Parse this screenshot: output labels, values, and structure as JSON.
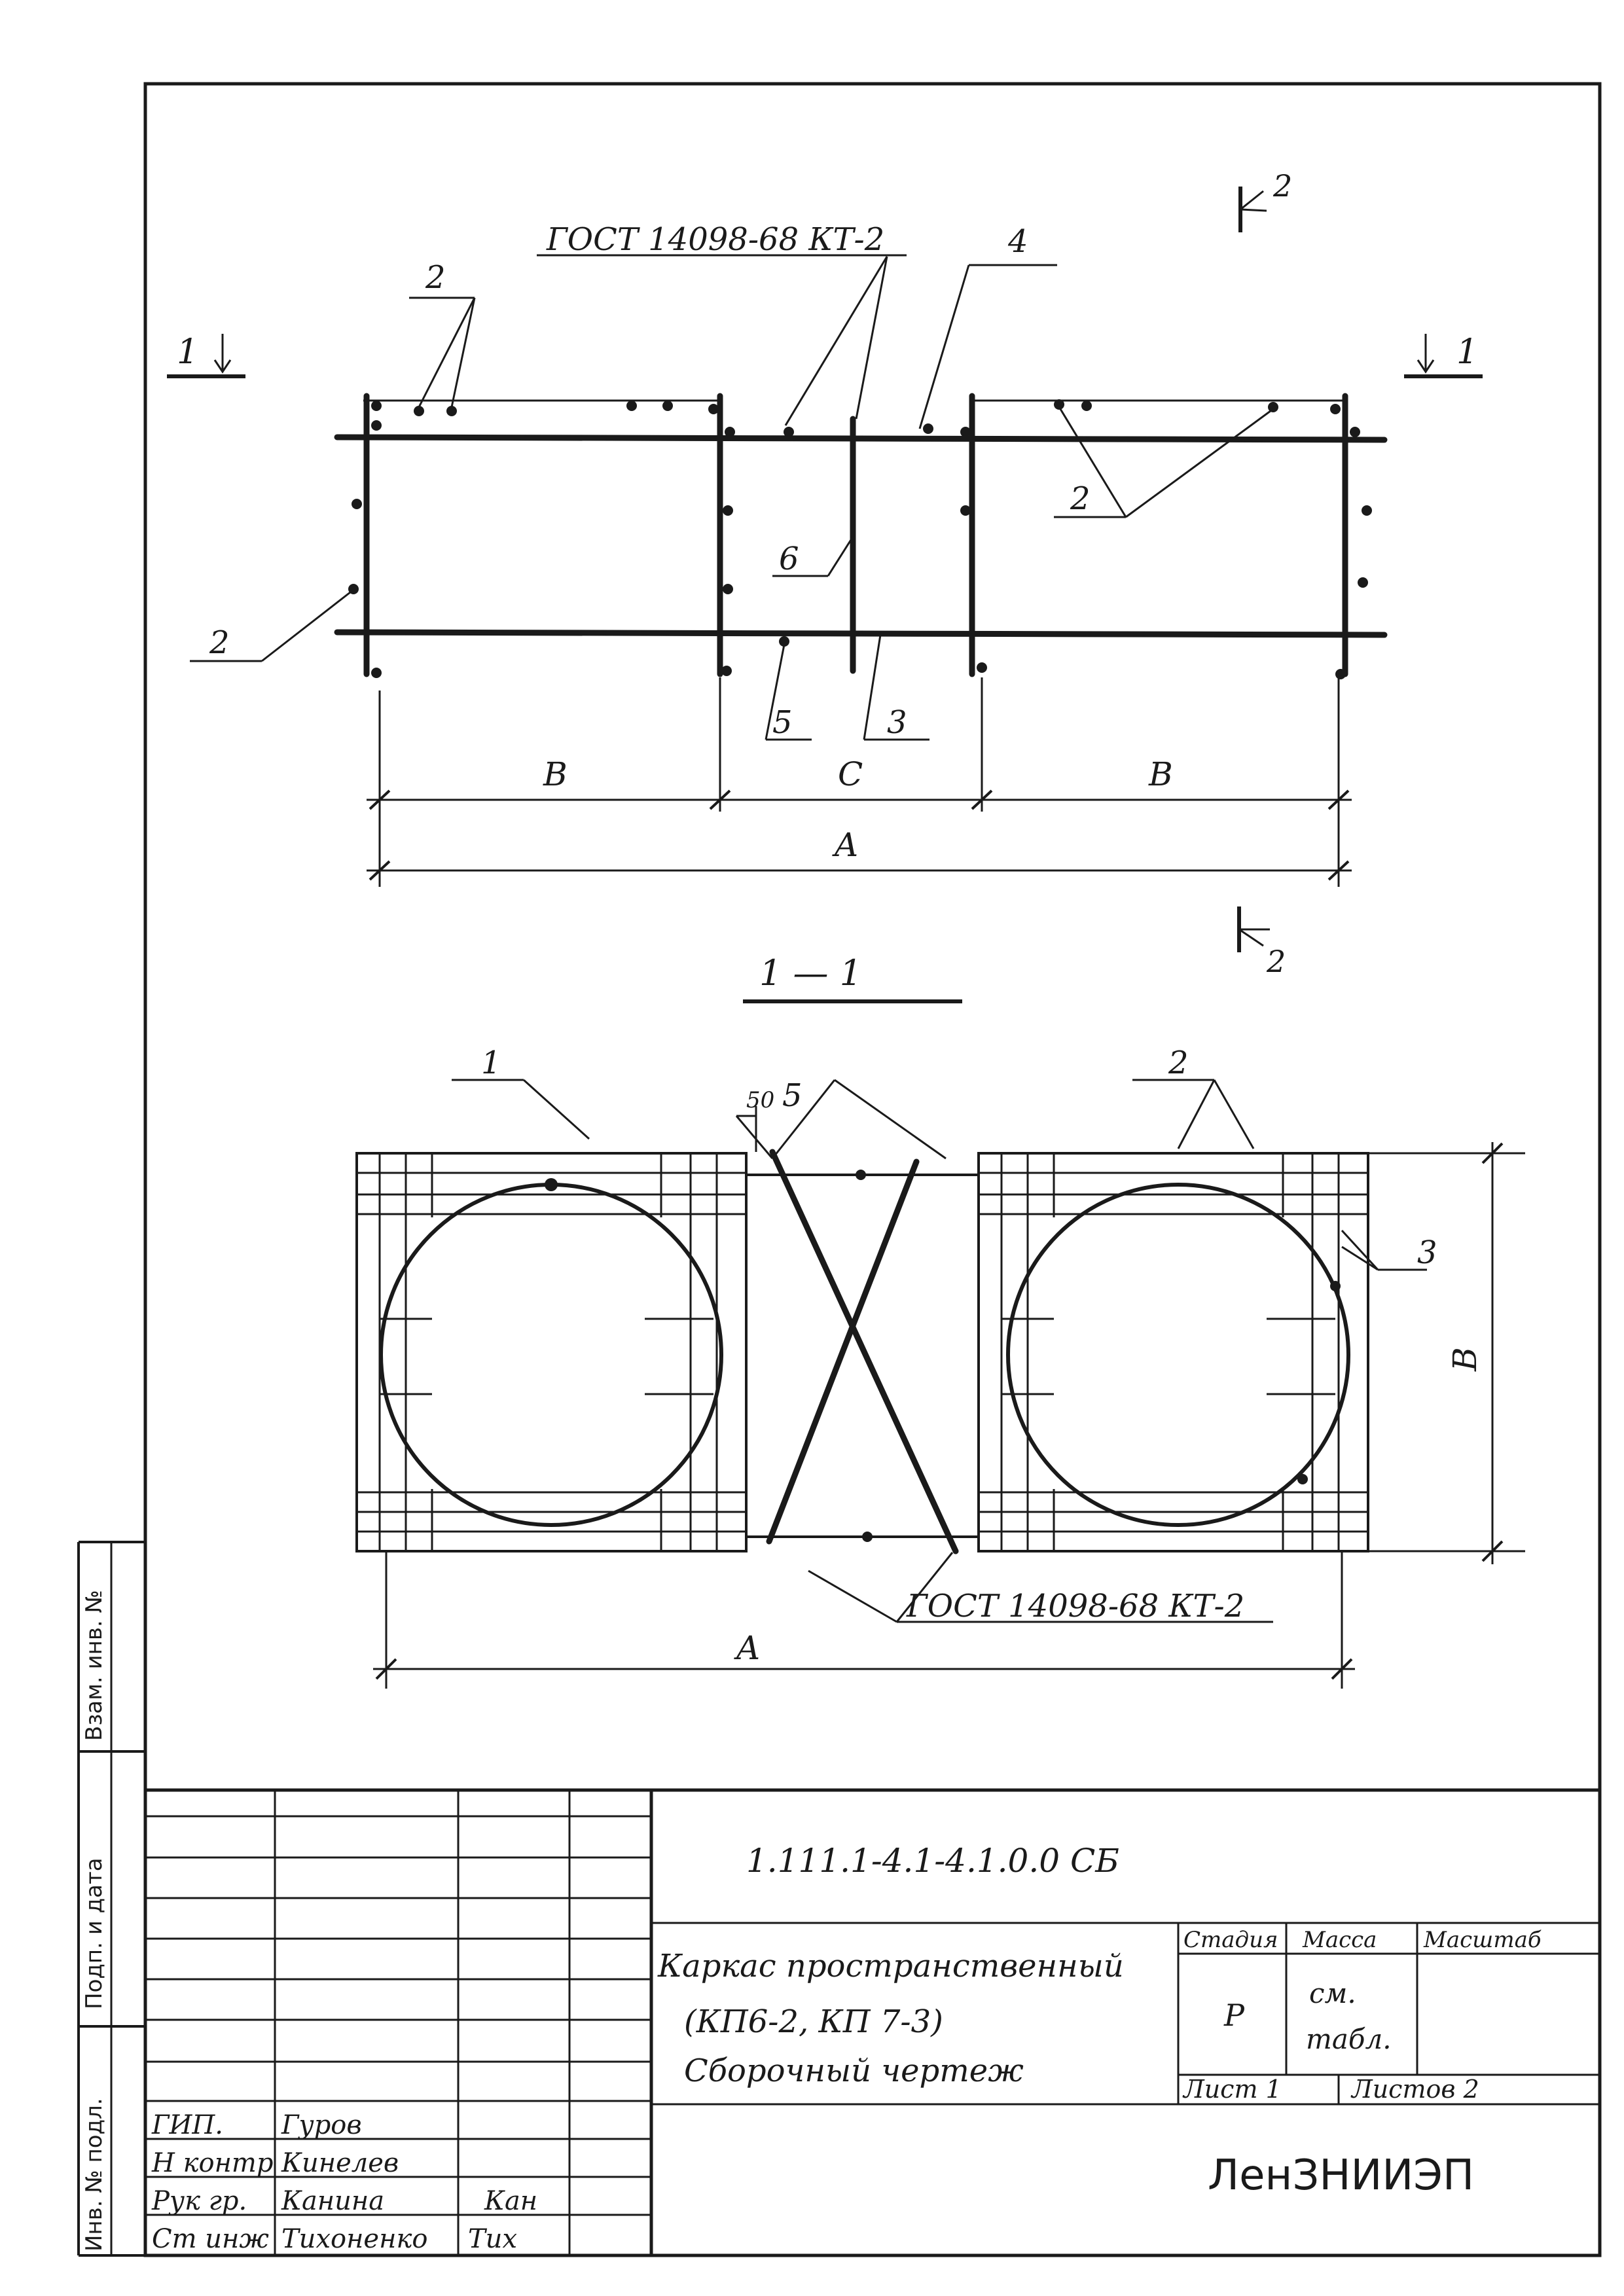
{
  "top_view": {
    "gost_label": "ГОСТ 14098-68 КТ-2",
    "section_mark_left": "1",
    "section_mark_right": "1",
    "view_mark_top": "2",
    "view_mark_bottom": "2",
    "callouts": {
      "c2_top": "2",
      "c4": "4",
      "c2_right": "2",
      "c6": "6",
      "c2_left": "2",
      "c5": "5",
      "c3": "3"
    },
    "dims": {
      "b_left": "B",
      "c": "C",
      "b_right": "B",
      "a": "A"
    }
  },
  "section_view": {
    "title": "1 — 1",
    "callouts": {
      "c1": "1",
      "c5": "5",
      "c50": "50",
      "c2": "2",
      "c3": "3"
    },
    "dims": {
      "b": "B",
      "a": "A"
    },
    "gost_label": "ГОСТ 14098-68 КТ-2"
  },
  "side_stamp": {
    "vzam": "Взам. инв. №",
    "podp_data": "Подп. и дата",
    "inv_podl": "Инв. № подл."
  },
  "title_block": {
    "doc_code": "1.111.1-4.1-4.1.0.0 СБ",
    "title_line1": "Каркас пространственный",
    "title_line2": "(КП6-2, КП 7-3)",
    "title_line3": "Сборочный чертеж",
    "stage_header": "Стадия",
    "mass_header": "Масса",
    "scale_header": "Масштаб",
    "stage_value": "Р",
    "mass_value_1": "см.",
    "mass_value_2": "табл.",
    "sheet_label": "Лист 1",
    "sheets_label": "Листов 2",
    "org": "ЛенЗНИИЭП",
    "signers": [
      {
        "role": "ГИП.",
        "name": "Гуров",
        "sign": ""
      },
      {
        "role": "Н контр",
        "name": "Кинелев",
        "sign": ""
      },
      {
        "role": "Рук гр.",
        "name": "Канина",
        "sign": "Кан"
      },
      {
        "role": "Ст инж",
        "name": "Тихоненко",
        "sign": "Тих"
      }
    ]
  }
}
